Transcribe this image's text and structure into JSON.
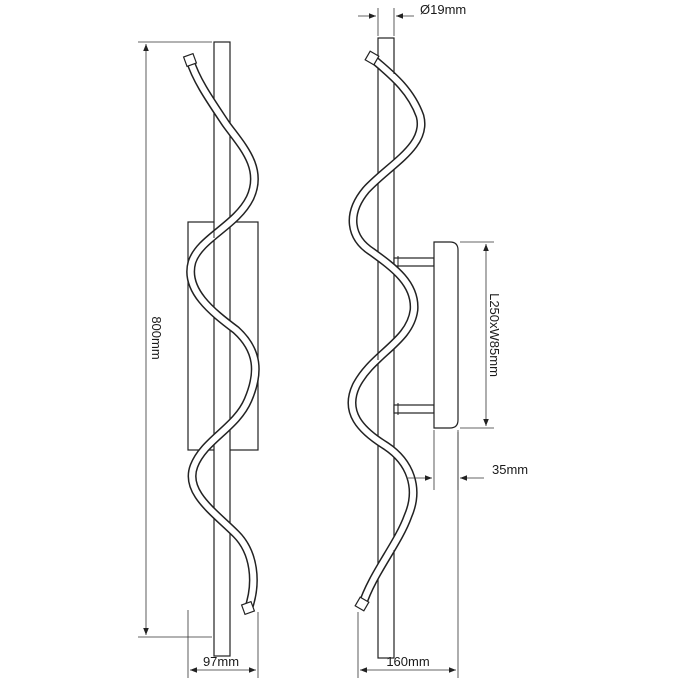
{
  "dimensions": {
    "height": "800mm",
    "front_width": "97mm",
    "depth": "160mm",
    "tube_diameter": "Ø19mm",
    "backplate_size": "L250xW85mm",
    "backplate_offset": "35mm"
  },
  "colors": {
    "line": "#222222",
    "background": "#ffffff"
  }
}
